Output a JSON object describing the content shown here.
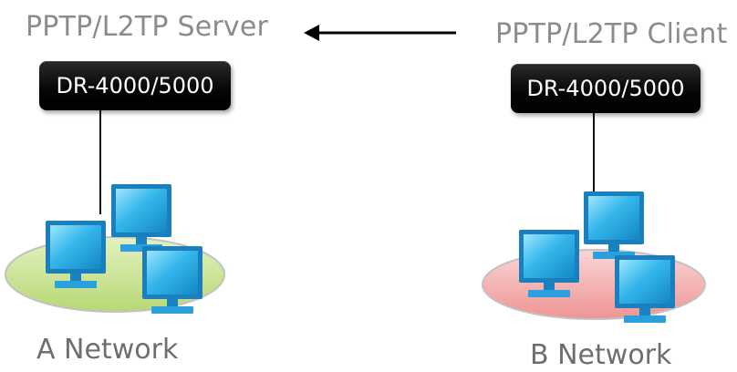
{
  "server": {
    "title": "PPTP/L2TP Server",
    "device_label": "DR-4000/5000",
    "network_label": "A Network",
    "ellipse_color": "#c6e08a"
  },
  "client": {
    "title": "PPTP/L2TP Client",
    "device_label": "DR-4000/5000",
    "network_label": "B Network",
    "ellipse_color": "#f2a0a0"
  },
  "arrow": {
    "direction": "client-to-server",
    "color": "#000000"
  },
  "monitor_color": "#29a8df"
}
